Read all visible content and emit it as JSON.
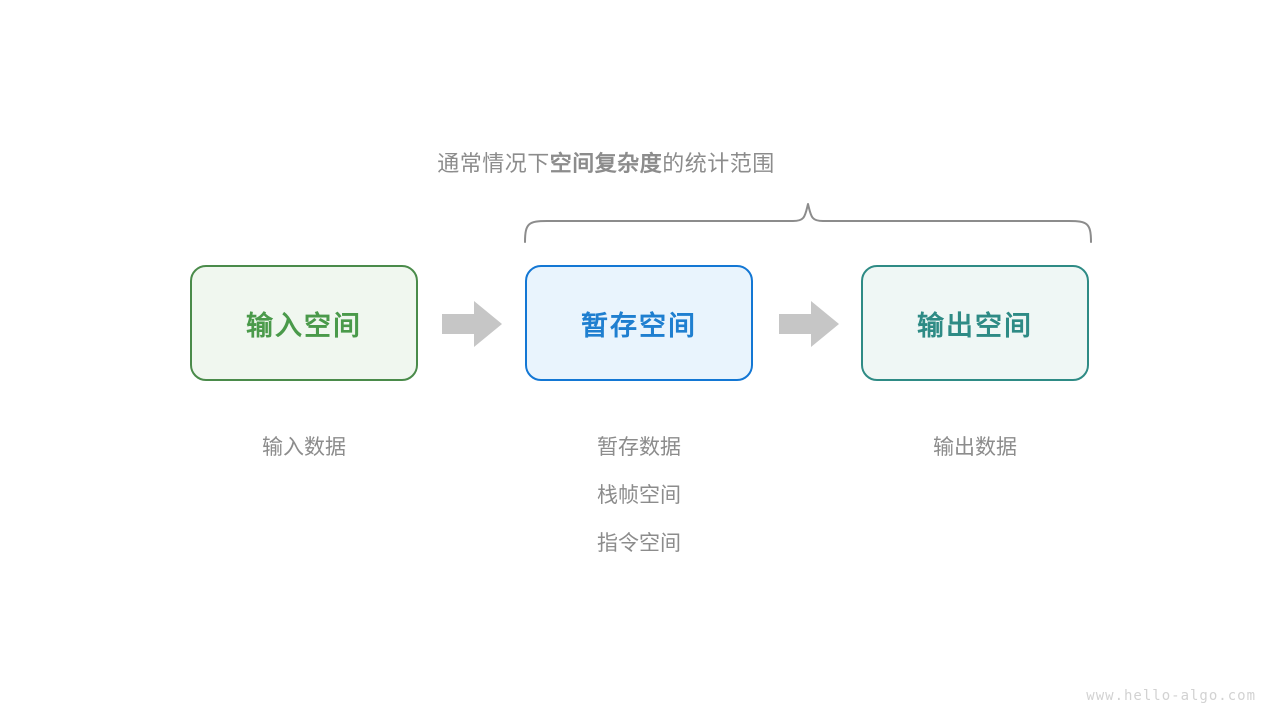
{
  "figure": {
    "background": "#ffffff",
    "caption": {
      "prefix": "通常情况下",
      "emphasis": "空间复杂度",
      "suffix": "的统计范围",
      "color": "#8c8c8c"
    },
    "brace": {
      "name": "scope-brace",
      "color": "#8c8c8c",
      "spans": [
        "暂存空间",
        "输出空间"
      ]
    },
    "blocks": [
      {
        "id": "input",
        "label": "输入空间",
        "text_color": "#4a9a4a",
        "border_color": "#4a8b4a",
        "fill_color": "#f0f7ef",
        "sub_items": [
          "输入数据"
        ]
      },
      {
        "id": "temp",
        "label": "暂存空间",
        "text_color": "#1f7fd0",
        "border_color": "#1377d4",
        "fill_color": "#e9f4fd",
        "sub_items": [
          "暂存数据",
          "栈帧空间",
          "指令空间"
        ]
      },
      {
        "id": "output",
        "label": "输出空间",
        "text_color": "#2e8b85",
        "border_color": "#2e8b85",
        "fill_color": "#eff7f5",
        "sub_items": [
          "输出数据"
        ]
      }
    ],
    "arrows": [
      {
        "id": "arrow-1",
        "from": "input",
        "to": "temp",
        "color": "#c6c6c6"
      },
      {
        "id": "arrow-2",
        "from": "temp",
        "to": "output",
        "color": "#c6c6c6"
      }
    ],
    "watermark": "www.hello-algo.com"
  }
}
